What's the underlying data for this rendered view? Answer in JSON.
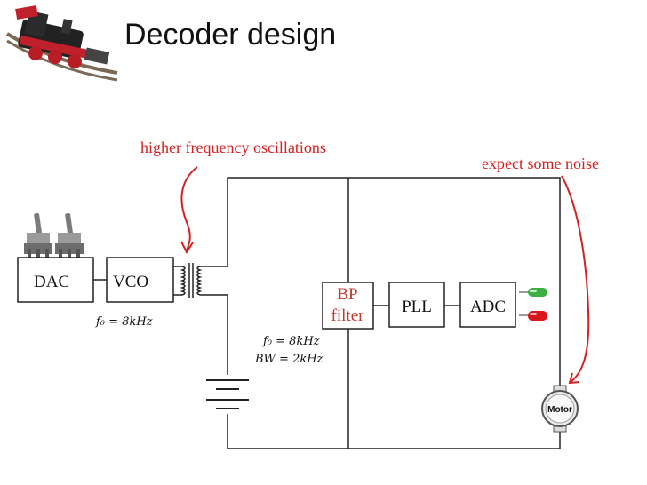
{
  "slide": {
    "title": "Decoder design"
  },
  "blocks": {
    "dac": "DAC",
    "vco": "VCO",
    "bp_line1": "BP",
    "bp_line2": "filter",
    "pll": "PLL",
    "adc": "ADC",
    "motor": "Motor"
  },
  "annotations": {
    "higher_freq": "higher frequency oscillations",
    "noise": "expect some noise"
  },
  "math": {
    "vco_f0": "f₀ = 8kHz",
    "bp_f0": "f₀ = 8kHz",
    "bp_bw": "BW = 2kHz"
  },
  "colors": {
    "annotation": "#d32020",
    "bp_text": "#c0392b",
    "led_green": "#3cb043",
    "led_red": "#d9161c"
  }
}
